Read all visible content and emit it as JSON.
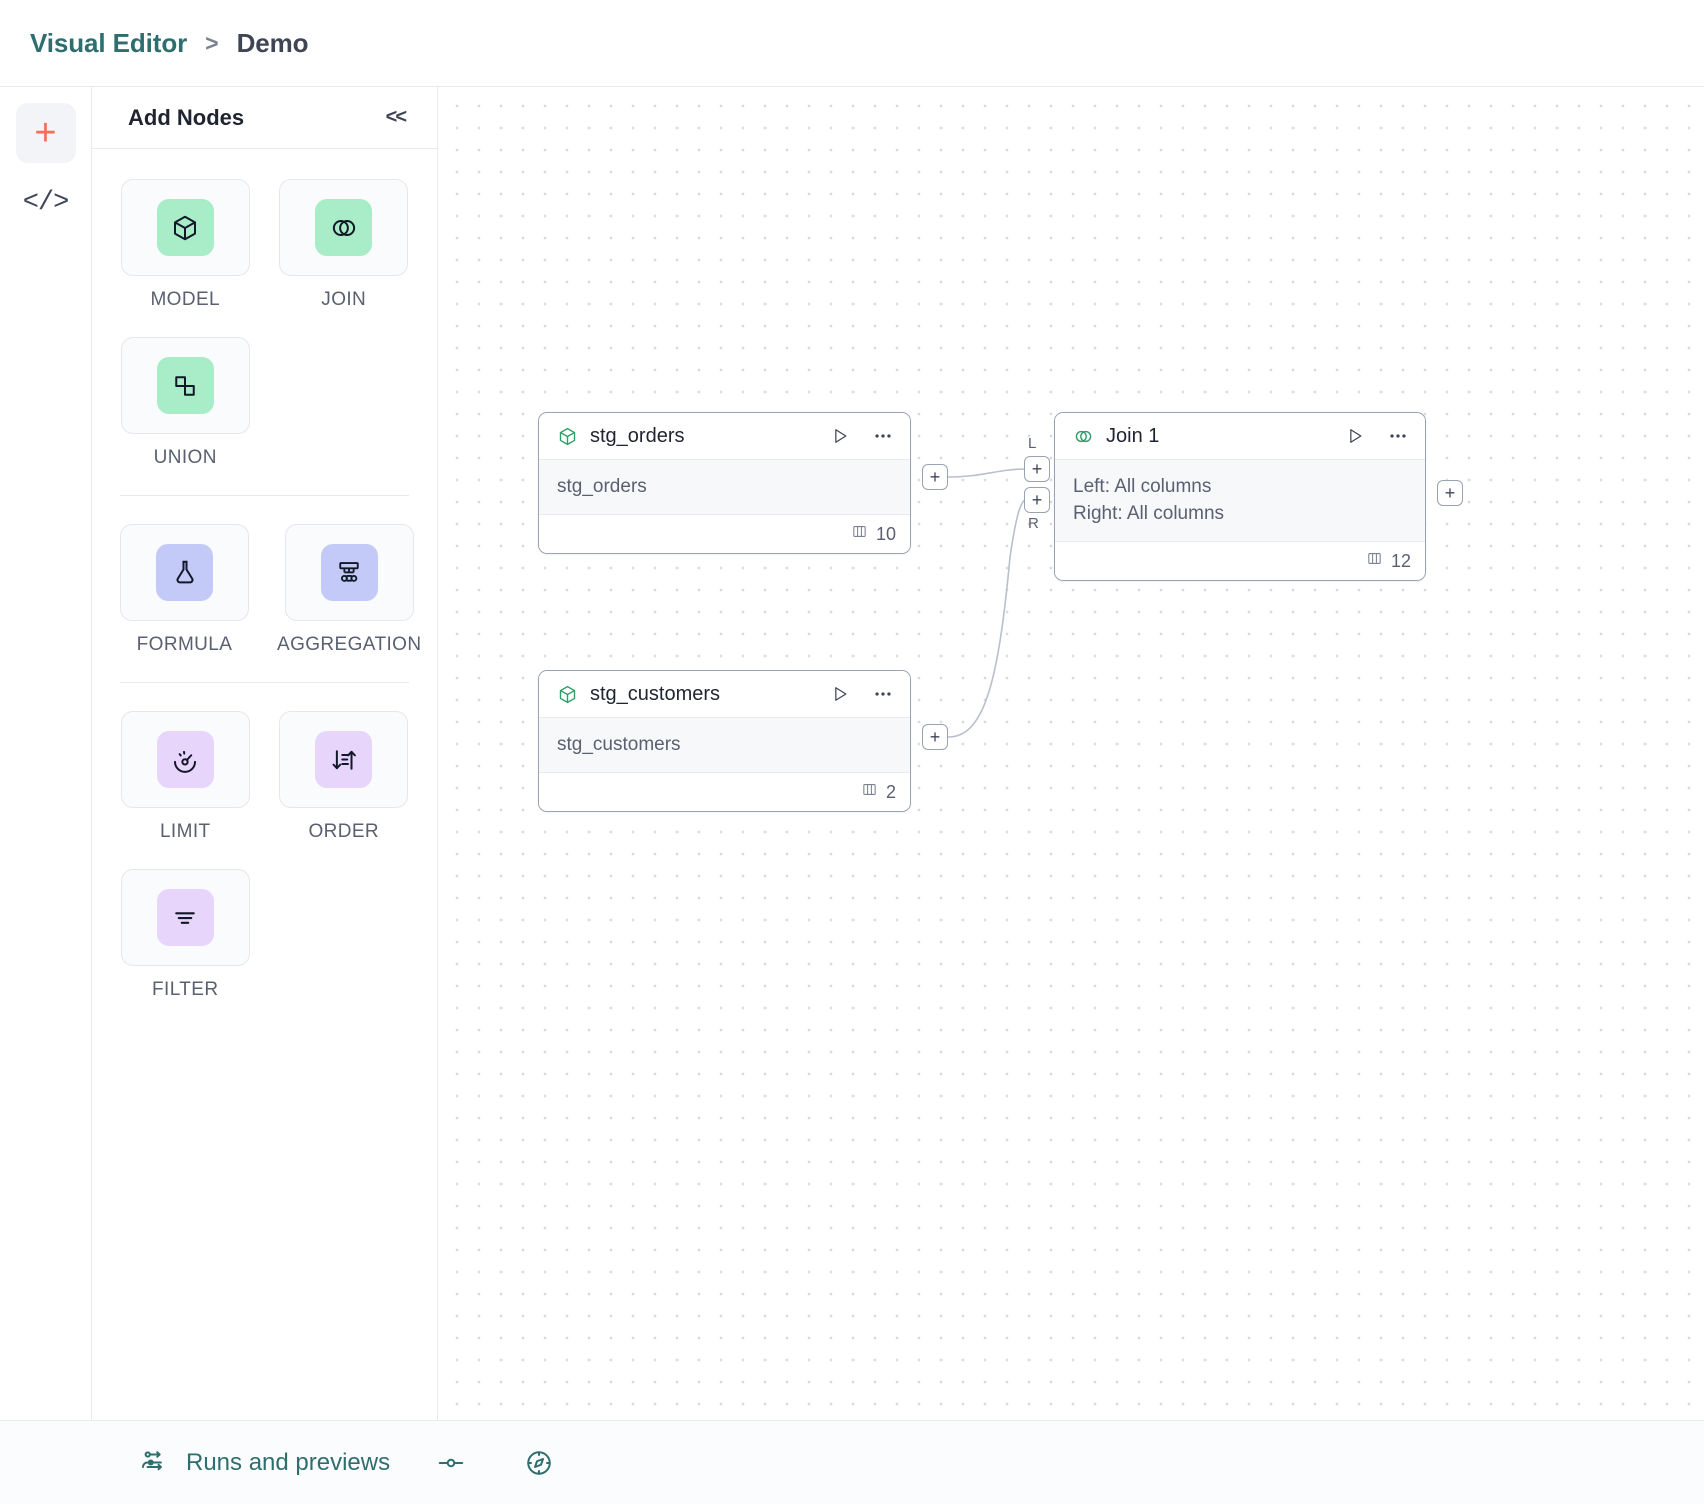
{
  "header": {
    "root": "Visual Editor",
    "separator": ">",
    "leaf": "Demo"
  },
  "rail": {
    "add_icon": "plus-icon",
    "code_icon": "code-brackets-icon",
    "add_glyph": "+",
    "code_glyph": "</>"
  },
  "panel": {
    "title": "Add Nodes",
    "collapse_glyph": "<<",
    "groups": [
      {
        "items": [
          {
            "label": "MODEL",
            "icon": "cube-icon",
            "badge_color": "#a8ecc8"
          },
          {
            "label": "JOIN",
            "icon": "venn-circles-icon",
            "badge_color": "#a8ecc8"
          },
          {
            "label": "UNION",
            "icon": "union-shapes-icon",
            "badge_color": "#a8ecc8"
          }
        ]
      },
      {
        "items": [
          {
            "label": "FORMULA",
            "icon": "flask-icon",
            "badge_color": "#c3caf8"
          },
          {
            "label": "AGGREGATION",
            "icon": "hierarchy-icon",
            "badge_color": "#c3caf8"
          }
        ]
      },
      {
        "items": [
          {
            "label": "LIMIT",
            "icon": "gauge-icon",
            "badge_color": "#e8d5fb"
          },
          {
            "label": "ORDER",
            "icon": "sort-arrows-icon",
            "badge_color": "#e8d5fb"
          },
          {
            "label": "FILTER",
            "icon": "filter-lines-icon",
            "badge_color": "#e8d5fb"
          }
        ]
      }
    ]
  },
  "canvas": {
    "nodes": [
      {
        "id": "stg_orders",
        "title": "stg_orders",
        "icon": "cube-icon",
        "body": [
          "stg_orders"
        ],
        "column_count": "10",
        "column_icon": "columns-icon",
        "run_icon": "play-icon",
        "menu_icon": "more-horizontal-icon"
      },
      {
        "id": "stg_customers",
        "title": "stg_customers",
        "icon": "cube-icon",
        "body": [
          "stg_customers"
        ],
        "column_count": "2",
        "column_icon": "columns-icon",
        "run_icon": "play-icon",
        "menu_icon": "more-horizontal-icon"
      },
      {
        "id": "join_1",
        "title": "Join 1",
        "icon": "venn-circles-icon",
        "body": [
          "Left: All columns",
          "Right: All columns"
        ],
        "column_count": "12",
        "column_icon": "columns-icon",
        "run_icon": "play-icon",
        "menu_icon": "more-horizontal-icon"
      }
    ],
    "handles": {
      "plus_glyph": "+",
      "left_label": "L",
      "right_label": "R"
    }
  },
  "footer": {
    "runs_label": "Runs and previews",
    "runs_icon": "pipeline-runs-icon",
    "toggle_icon": "slider-toggle-icon",
    "compass_icon": "compass-icon"
  },
  "colors": {
    "brand_teal": "#2f6e6e",
    "accent_orange": "#f2705a",
    "node_green": "#2f9e68",
    "mint": "#a8ecc8",
    "periwinkle": "#c3caf8",
    "lilac": "#e8d5fb"
  }
}
